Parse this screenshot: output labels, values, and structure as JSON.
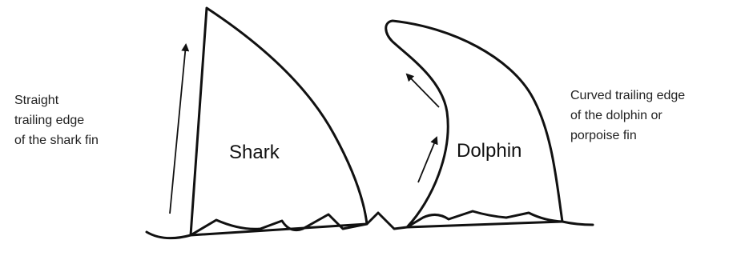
{
  "fins": {
    "shark_label": "Shark",
    "dolphin_label": "Dolphin"
  },
  "annotations": {
    "shark": [
      "Straight",
      "trailing edge",
      "of the shark fin"
    ],
    "dolphin": [
      "Curved trailing edge",
      "of the dolphin or",
      "porpoise fin"
    ]
  }
}
